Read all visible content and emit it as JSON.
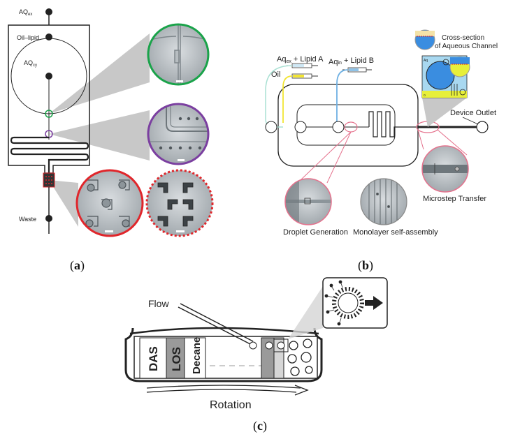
{
  "panels": {
    "a": {
      "caption_letter": "a",
      "labels": {
        "aq_ex_main": "AQ",
        "aq_ex_sub": "ex",
        "oil_lipid": "Oil–lipid",
        "aq_cy_main": "AQ",
        "aq_cy_sub": "cy",
        "waste": "Waste"
      },
      "colors": {
        "green": "#1aa34a",
        "purple": "#7b3fa0",
        "red": "#e0262b"
      }
    },
    "b": {
      "caption_letter": "b",
      "labels": {
        "aq_ex_lipid_a_pre": "Aq",
        "aq_ex_lipid_a_sub": "ex",
        "aq_ex_lipid_a_post": " + Lipid A",
        "oil": "Oil",
        "aq_in_lipid_b_pre": "Aq",
        "aq_in_lipid_b_sub": "in",
        "aq_in_lipid_b_post": " + Lipid B",
        "cross_section_1": "Cross-section",
        "cross_section_2": "of Aqueous Channel",
        "aq_small": "Aq",
        "o_small": "o",
        "device_outlet": "Device Outlet",
        "microstep": "Microstep Transfer",
        "droplet": "Droplet Generation",
        "monolayer": "Monolayer self-assembly"
      }
    },
    "c": {
      "caption_letter": "c",
      "labels": {
        "flow": "Flow",
        "das": "DAS",
        "los": "LOS",
        "decane": "Decane",
        "rotation": "Rotation"
      }
    }
  }
}
